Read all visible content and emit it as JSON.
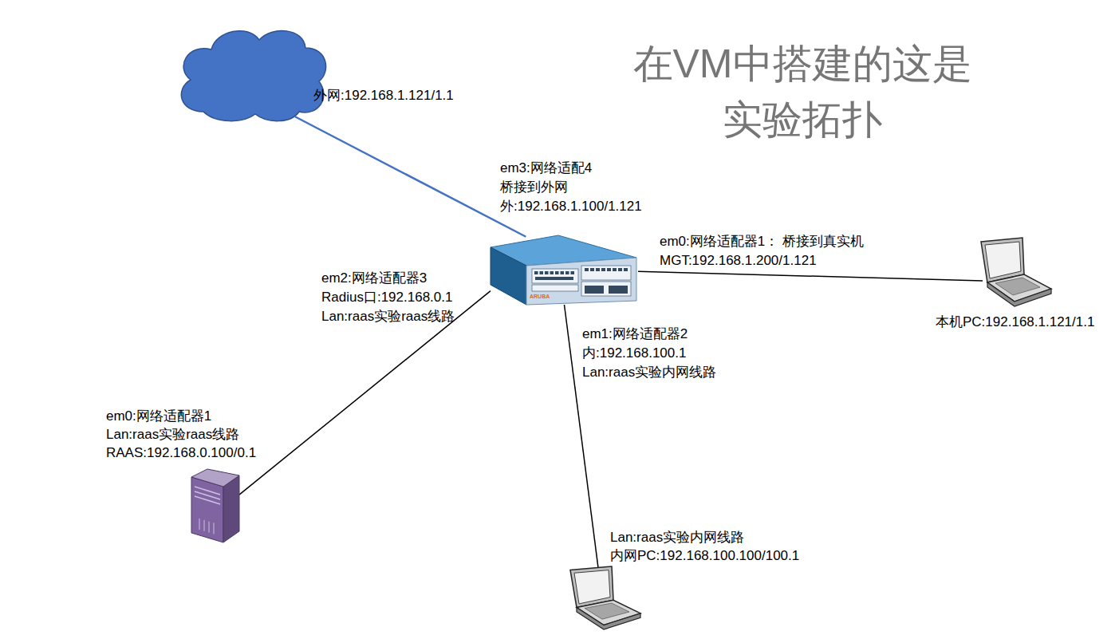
{
  "diagram": {
    "title": "在VM中搭建的这是 实验拓扑",
    "nodes": [
      {
        "text": [
          "外网:192.168.1.121/1.1"
        ]
      },
      {
        "text": [
          "ARUBA"
        ]
      },
      {
        "text": [
          "本机PC:192.168.1.121/1.1"
        ]
      },
      {
        "text": [
          "em0:网络适配器1 Lan:raas实验raas线路 RAAS:192.168.0.100/0.1"
        ]
      },
      {
        "text": [
          "Lan:raas实验内网线路 内网PC:192.168.100.100/100.1"
        ]
      }
    ],
    "edges": [
      {
        "from": 1,
        "to": 0,
        "arrow": "none",
        "label": "em3:网络适配4 桥接到外网 外:192.168.1.100/1.121"
      },
      {
        "from": 1,
        "to": 2,
        "arrow": "none",
        "label": "em0:网络适配器1： 桥接到真实机 MGT:192.168.1.200/1.121"
      },
      {
        "from": 1,
        "to": 3,
        "arrow": "none",
        "label": "em2:网络适配器3 Radius口:192.168.0.1 Lan:raas实验raas线路"
      },
      {
        "from": 1,
        "to": 4,
        "arrow": "none",
        "label": "em1:网络适配器2 内:192.168.100.1 Lan:raas实验内网线路"
      }
    ]
  }
}
